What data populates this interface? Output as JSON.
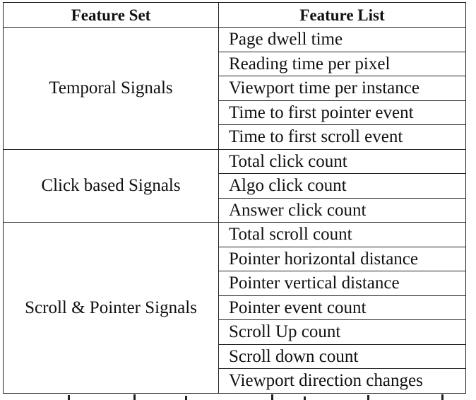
{
  "table": {
    "headers": [
      "Feature Set",
      "Feature List"
    ],
    "groups": [
      {
        "set": "Temporal Signals",
        "features": [
          "Page dwell time",
          "Reading time per pixel",
          "Viewport time per instance",
          "Time to first pointer event",
          "Time to first scroll event"
        ]
      },
      {
        "set": "Click based Signals",
        "features": [
          "Total click count",
          "Algo click count",
          "Answer click count"
        ]
      },
      {
        "set": "Scroll & Pointer Signals",
        "features": [
          "Total scroll count",
          "Pointer horizontal distance",
          "Pointer vertical distance",
          "Pointer event count",
          "Scroll Up count",
          "Scroll down count",
          "Viewport direction changes"
        ]
      }
    ]
  }
}
